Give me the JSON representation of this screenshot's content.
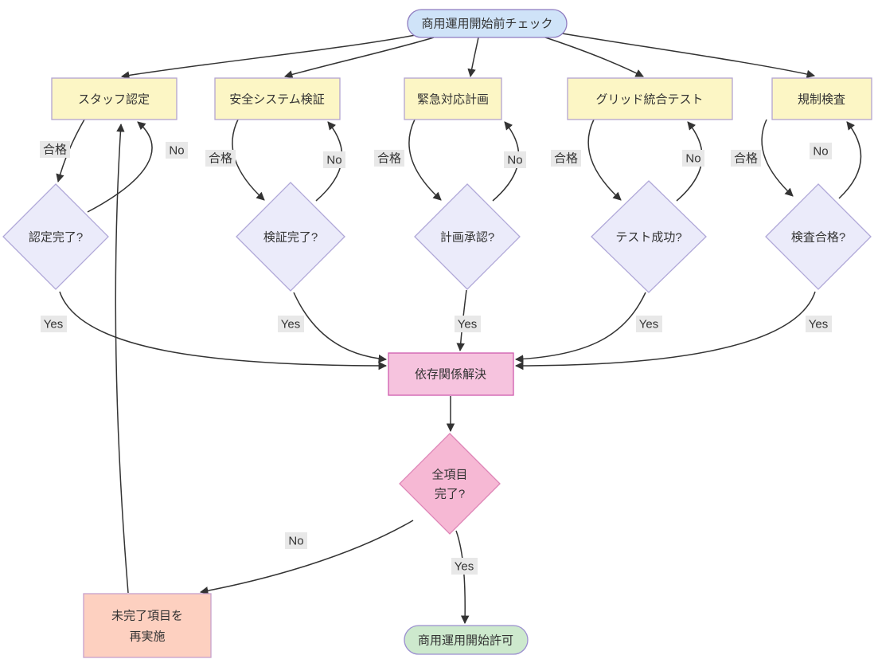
{
  "flowchart": {
    "start": {
      "label": "商用運用開始前チェック"
    },
    "checks": [
      {
        "task": "スタッフ認定",
        "question": "認定完了?",
        "pass_label": "合格",
        "no_label": "No",
        "yes_label": "Yes"
      },
      {
        "task": "安全システム検証",
        "question": "検証完了?",
        "pass_label": "合格",
        "no_label": "No",
        "yes_label": "Yes"
      },
      {
        "task": "緊急対応計画",
        "question": "計画承認?",
        "pass_label": "合格",
        "no_label": "No",
        "yes_label": "Yes"
      },
      {
        "task": "グリッド統合テスト",
        "question": "テスト成功?",
        "pass_label": "合格",
        "no_label": "No",
        "yes_label": "Yes"
      },
      {
        "task": "規制検査",
        "question": "検査合格?",
        "pass_label": "合格",
        "no_label": "No",
        "yes_label": "Yes"
      }
    ],
    "resolve": {
      "label": "依存関係解決"
    },
    "final_check": {
      "label_line1": "全項目",
      "label_line2": "完了?",
      "yes_label": "Yes",
      "no_label": "No"
    },
    "redo": {
      "label_line1": "未完了項目を",
      "label_line2": "再実施"
    },
    "end": {
      "label": "商用運用開始許可"
    },
    "colors": {
      "start_fill": "#cfe3f8",
      "start_stroke": "#8f7cc0",
      "task_fill": "#fcf6c5",
      "task_stroke": "#b3a4d1",
      "decision_fill": "#ebebfa",
      "decision_stroke": "#b0a8d8",
      "resolve_fill": "#f6c3de",
      "resolve_stroke": "#cf5bae",
      "final_fill": "#f6b8d4",
      "final_stroke": "#de85b7",
      "end_fill": "#cde9cd",
      "end_stroke": "#9b8fcf",
      "redo_fill": "#fdd0c0",
      "redo_stroke": "#c7a0cc",
      "edge_label_bg": "#e8e8e8",
      "line": "#333333",
      "text": "#333333"
    }
  }
}
